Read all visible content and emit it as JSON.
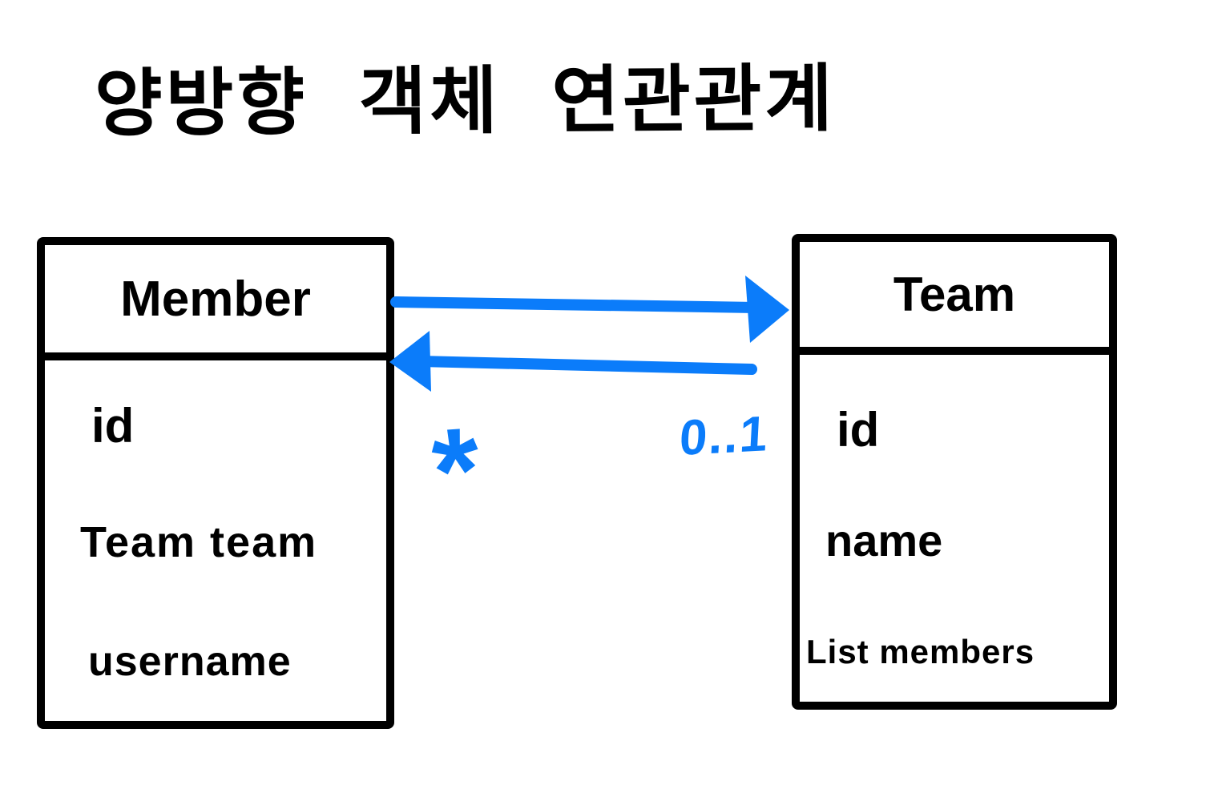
{
  "title": "양방향 객체 연관관계",
  "colors": {
    "ink": "#000000",
    "accent_blue": "#0b7cfa",
    "background": "#ffffff"
  },
  "diagram": {
    "type": "uml_class_diagram",
    "style": "hand_drawn",
    "classes": [
      {
        "name": "Member",
        "fields": [
          "id",
          "Team team",
          "username"
        ]
      },
      {
        "name": "Team",
        "fields": [
          "id",
          "name",
          "List members"
        ]
      }
    ],
    "associations": [
      {
        "from": "Member",
        "to": "Team",
        "arrow": "right"
      },
      {
        "from": "Team",
        "to": "Member",
        "arrow": "left"
      }
    ],
    "multiplicities": {
      "member_side": "*",
      "team_side": "0..1"
    }
  }
}
